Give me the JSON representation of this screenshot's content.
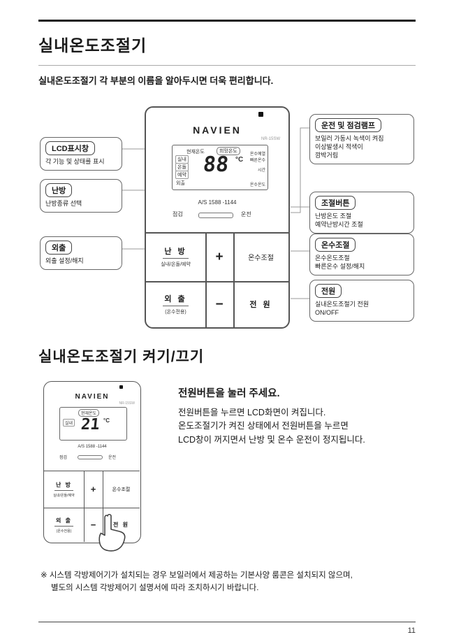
{
  "page": {
    "title": "실내온도조절기",
    "subtitle": "실내온도조절기 각 부분의 이름을 알아두시면 더욱 편리합니다.",
    "footnote": {
      "line1": "※ 시스템 각방제어기가 설치되는 경우 보일러에서 제공하는 기본사양 룸콘은 설치되지 않으며,",
      "line2": "별도의 시스템 각방제어기 설명서에 따라 조치하시기 바랍니다."
    },
    "page_number": "11"
  },
  "thermostat": {
    "brand": "NAVIEN",
    "model": "NR-15SW",
    "lcd": {
      "current_temp_label": "현재온도",
      "target_temp_label": "희망온도",
      "mode_labels": [
        "실내",
        "온돌",
        "예약",
        "외출"
      ],
      "temp_value": "88",
      "temp_unit": "°C",
      "right_labels": [
        "온수예열",
        "빠른온수",
        "시간",
        "온수온도"
      ],
      "as_number": "A/S 1588 -1144"
    },
    "check_label": "점검",
    "run_label": "운전",
    "buttons": {
      "heating": "난 방",
      "heating_sub": "실내/온돌/예약",
      "plus": "+",
      "hot_water": "온수조절",
      "outing": "외 출",
      "outing_sub": "(온수전용)",
      "minus": "−",
      "power": "전 원"
    }
  },
  "callouts": {
    "left": [
      {
        "title": "LCD표시창",
        "desc": [
          "각 기능 및 상태를 표시"
        ]
      },
      {
        "title": "난방",
        "desc": [
          "난방종류 선택"
        ]
      },
      {
        "title": "외출",
        "desc": [
          "외출 설정/해지"
        ]
      }
    ],
    "right": [
      {
        "title": "운전 및 점검램프",
        "desc0": "보일러 가동시 녹색이 켜짐",
        "desc1": "이상발생시 적색이",
        "desc2": "깜박거림"
      },
      {
        "title": "조절버튼",
        "desc0": "난방온도 조절",
        "desc1": "예약난방시간 조절"
      },
      {
        "title": "온수조절",
        "desc0": "온수온도조절",
        "desc1": "빠른온수 설정/해지"
      },
      {
        "title": "전원",
        "desc0": "실내온도조절기 전원",
        "desc1": "ON/OFF"
      }
    ]
  },
  "section2": {
    "title": "실내온도조절기 켜기/끄기",
    "display_temp": "21",
    "instruction_title": "전원버튼을 눌러 주세요.",
    "instructions": [
      "전원버튼을 누르면 LCD화면이 켜집니다.",
      "온도조절기가 켜진 상태에서 전원버튼을 누르면",
      "LCD창이 꺼지면서 난방 및 온수 운전이 정지됩니다."
    ]
  }
}
